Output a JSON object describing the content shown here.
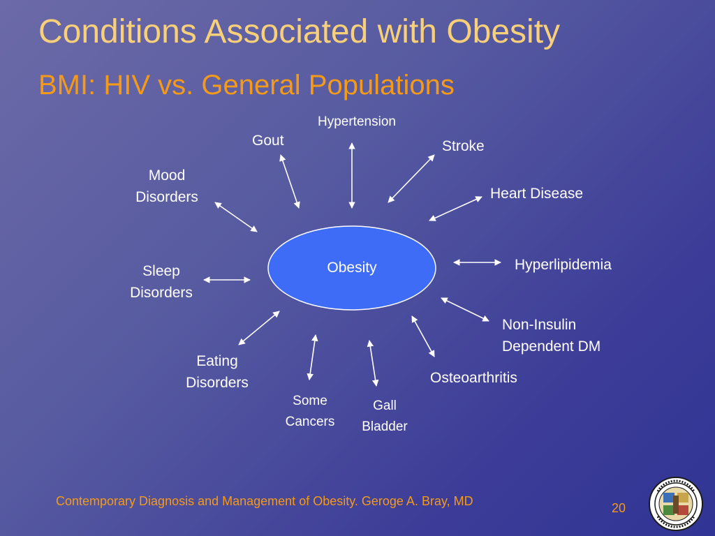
{
  "slide": {
    "title": "Conditions Associated with Obesity",
    "subtitle": "BMI: HIV vs. General Populations",
    "footer": "Contemporary Diagnosis and Management of Obesity.  Geroge A. Bray, MD",
    "page_number": "20",
    "seal_text": "COUNTY OF LOS ANGELES · CALIFORNIA"
  },
  "diagram": {
    "center": "Obesity",
    "conditions": {
      "hypertension": "Hypertension",
      "gout": "Gout",
      "stroke": "Stroke",
      "mood_1": "Mood",
      "mood_2": "Disorders",
      "heart_disease": "Heart Disease",
      "hyperlipidemia": "Hyperlipidemia",
      "sleep_1": "Sleep",
      "sleep_2": "Disorders",
      "niddm_1": "Non-Insulin",
      "niddm_2": "Dependent DM",
      "eating_1": "Eating",
      "eating_2": "Disorders",
      "osteoarthritis": "Osteoarthritis",
      "cancers_1": "Some",
      "cancers_2": "Cancers",
      "gall_1": "Gall",
      "gall_2": "Bladder"
    }
  },
  "colors": {
    "title": "#f9d07a",
    "subtitle": "#f49a1a",
    "ellipse": "#3f6cf6",
    "arrows": "#ffffff"
  }
}
